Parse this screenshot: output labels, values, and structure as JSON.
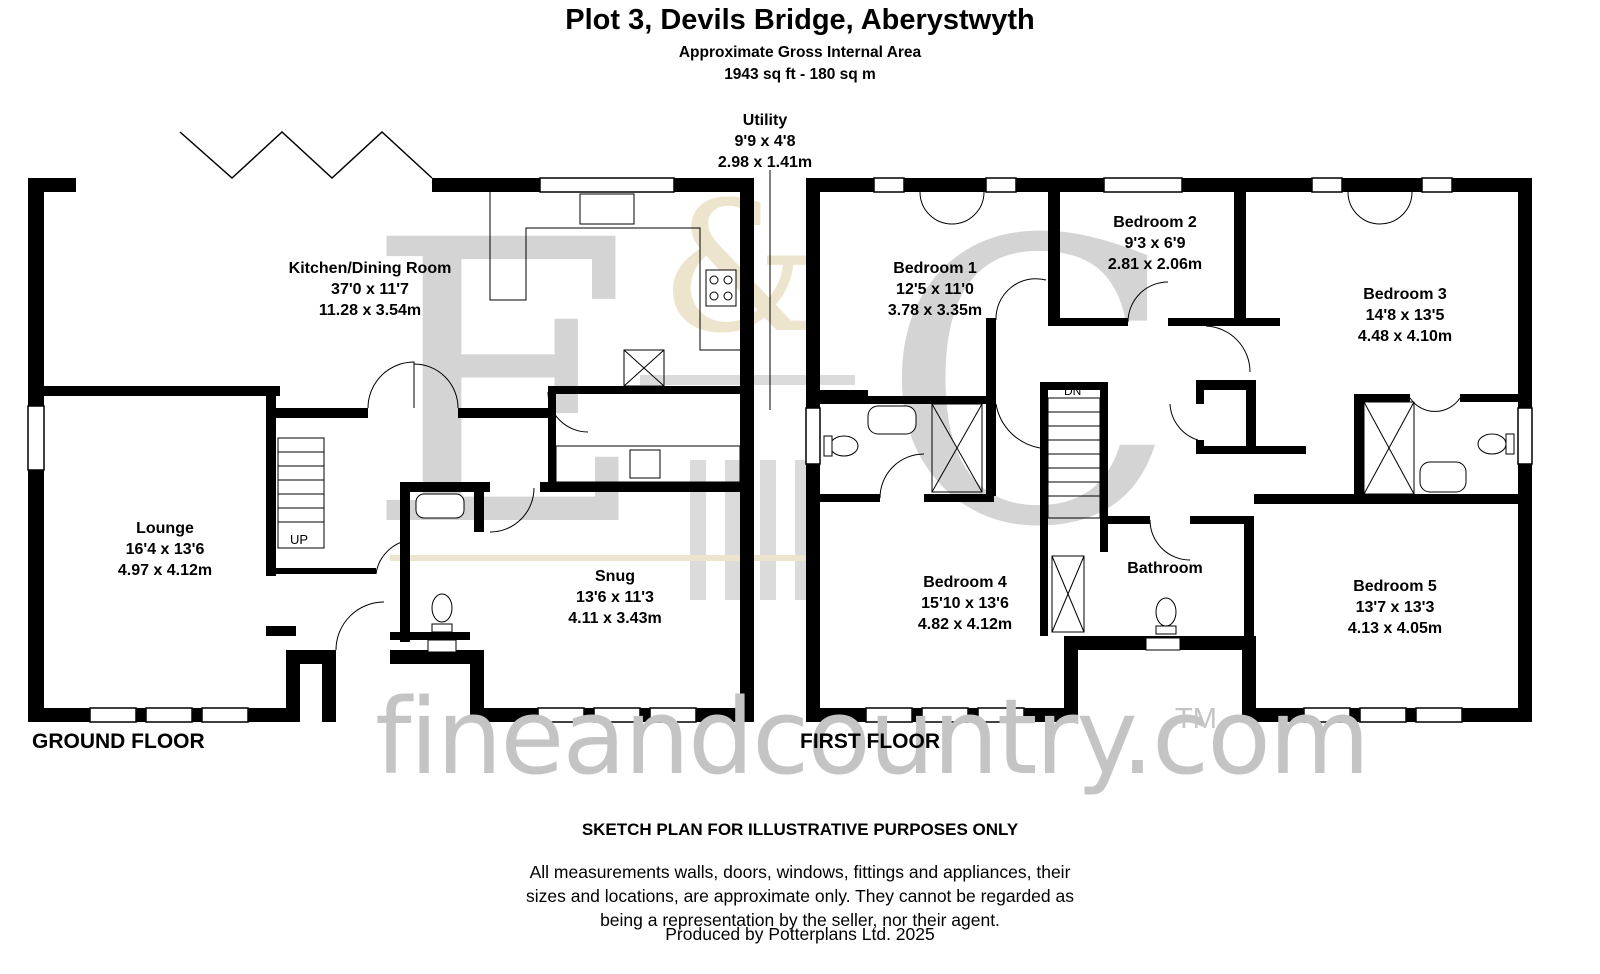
{
  "header": {
    "title": "Plot 3, Devils Bridge, Aberystwyth",
    "area_label": "Approximate Gross Internal Area",
    "area_value": "1943 sq ft - 180 sq m"
  },
  "floors": {
    "ground_label": "GROUND FLOOR",
    "first_label": "FIRST FLOOR"
  },
  "rooms": {
    "utility": {
      "name": "Utility",
      "imperial": "9'9 x 4'8",
      "metric": "2.98 x 1.41m"
    },
    "kitchen": {
      "name": "Kitchen/Dining Room",
      "imperial": "37'0 x 11'7",
      "metric": "11.28 x 3.54m"
    },
    "lounge": {
      "name": "Lounge",
      "imperial": "16'4 x 13'6",
      "metric": "4.97 x 4.12m"
    },
    "snug": {
      "name": "Snug",
      "imperial": "13'6 x 11'3",
      "metric": "4.11 x 3.43m"
    },
    "bedroom1": {
      "name": "Bedroom 1",
      "imperial": "12'5 x 11'0",
      "metric": "3.78 x 3.35m"
    },
    "bedroom2": {
      "name": "Bedroom 2",
      "imperial": "9'3 x 6'9",
      "metric": "2.81 x 2.06m"
    },
    "bedroom3": {
      "name": "Bedroom 3",
      "imperial": "14'8 x 13'5",
      "metric": "4.48 x 4.10m"
    },
    "bedroom4": {
      "name": "Bedroom 4",
      "imperial": "15'10 x 13'6",
      "metric": "4.82 x 4.12m"
    },
    "bedroom5": {
      "name": "Bedroom 5",
      "imperial": "13'7 x 13'3",
      "metric": "4.13 x 4.05m"
    },
    "bathroom": {
      "name": "Bathroom"
    }
  },
  "stairs": {
    "up": "UP",
    "down": "DN"
  },
  "watermark": {
    "text": "fineandcountry.com",
    "trademark": "TM",
    "logo": "F&C",
    "color": "#c4c4c4",
    "accent": "#e8dcc0"
  },
  "footer": {
    "sketch_note": "SKETCH PLAN FOR ILLUSTRATIVE PURPOSES ONLY",
    "disclaimer_1": "All measurements walls, doors, windows, fittings and appliances, their",
    "disclaimer_2": "sizes and locations, are approximate only. They cannot be regarded as",
    "disclaimer_3": "being a representation by the seller, nor their agent.",
    "producer": "Produced by Potterplans Ltd. 2025"
  },
  "colors": {
    "wall": "#000000",
    "window": "#ffffff"
  }
}
